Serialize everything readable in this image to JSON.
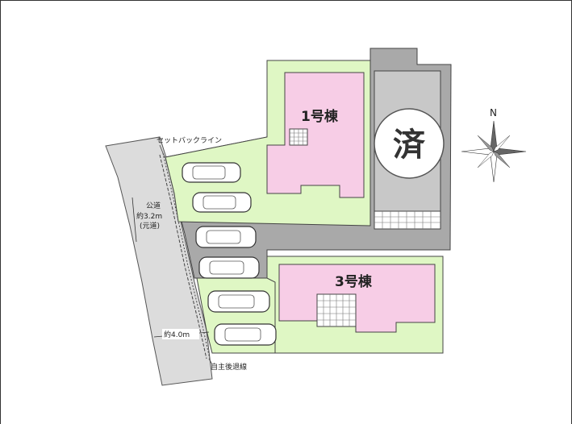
{
  "plan": {
    "buildings": [
      {
        "id": "building-1",
        "label": "1号棟"
      },
      {
        "id": "building-3",
        "label": "3号棟"
      }
    ],
    "sold_mark": "済",
    "compass": {
      "north_label": "N"
    },
    "annotations": {
      "setback_line": "セットバックライン",
      "road_line1": "公道",
      "road_line2": "約3.2m",
      "road_line3": "(元道)",
      "road_width": "約4.0m",
      "voluntary_setback": "自主後退線"
    },
    "colors": {
      "lot_green": "#dff7c4",
      "building_pink": "#f7cde6",
      "driveway_gray": "#a9a9a9",
      "road_gray": "#dcdcdc",
      "sold_lot_gray": "#c8c8c8"
    },
    "parking_spaces": 6
  }
}
